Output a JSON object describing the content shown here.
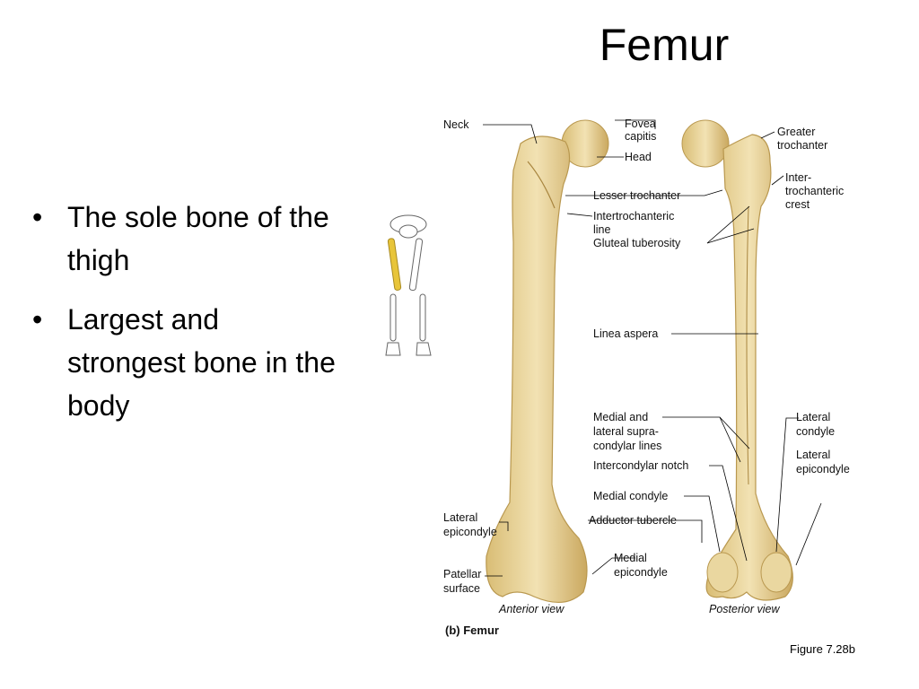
{
  "slide": {
    "title": "Femur",
    "bullets": [
      "The sole bone of the thigh",
      "Largest and strongest bone in the body"
    ],
    "figure_ref": "Figure 7.28b"
  },
  "figure": {
    "caption": "(b) Femur",
    "anterior_label": "Anterior view",
    "posterior_label": "Posterior view",
    "labels": {
      "neck": "Neck",
      "fovea_1": "Fovea",
      "fovea_2": "capitis",
      "head": "Head",
      "greater_1": "Greater",
      "greater_2": "trochanter",
      "inter_1": "Inter-",
      "inter_2": "trochanteric",
      "inter_3": "crest",
      "lesser": "Lesser trochanter",
      "intline_1": "Intertrochanteric",
      "intline_2": "line",
      "gluteal": "Gluteal tuberosity",
      "linea": "Linea aspera",
      "medial_lat_1": "Medial and",
      "medial_lat_2": "lateral supra-",
      "medial_lat_3": "condylar lines",
      "lat_condyle_1": "Lateral",
      "lat_condyle_2": "condyle",
      "lat_epi_r_1": "Lateral",
      "lat_epi_r_2": "epicondyle",
      "intercondylar": "Intercondylar notch",
      "med_condyle": "Medial condyle",
      "lat_epi_l_1": "Lateral",
      "lat_epi_l_2": "epicondyle",
      "adductor": "Adductor tubercle",
      "med_epi_1": "Medial",
      "med_epi_2": "epicondyle",
      "patellar_1": "Patellar",
      "patellar_2": "surface"
    },
    "colors": {
      "bone": "#e8d39a",
      "bone_shade": "#cfb06a",
      "highlight": "#e8c53a"
    }
  }
}
